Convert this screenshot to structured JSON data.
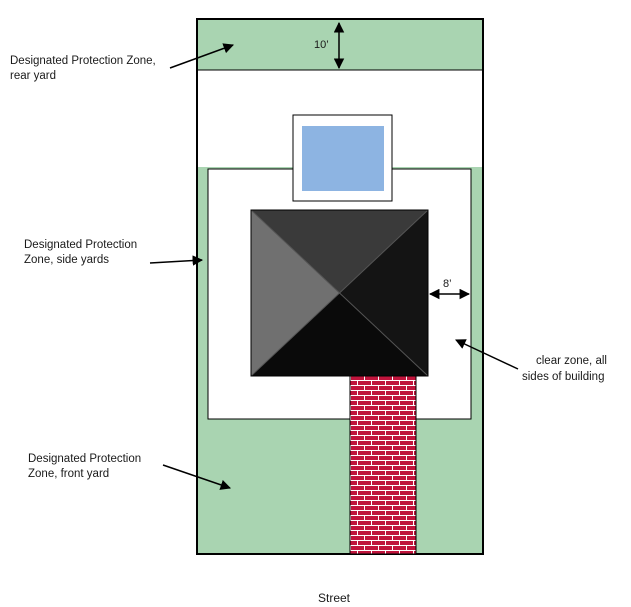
{
  "labels": {
    "rear_line1": "Designated Protection Zone,",
    "rear_line2": "rear yard",
    "side_line1": "Designated Protection",
    "side_line2": "Zone, side yards",
    "front_line1": "Designated Protection",
    "front_line2": "Zone, front yard",
    "clear_line1": "clear zone, all",
    "clear_line2": "sides of building"
  },
  "dimensions": {
    "rear_depth": "10’",
    "side_clearance": "8’"
  },
  "street_label": "Street",
  "colors": {
    "zone_fill": "#a9d4b1",
    "pool_fill": "#8db4e2",
    "roof_dark": "#262626",
    "roof_left": "#707070",
    "roof_top": "#3a3a3a",
    "brick": "#c0143c",
    "outline": "#000000"
  }
}
